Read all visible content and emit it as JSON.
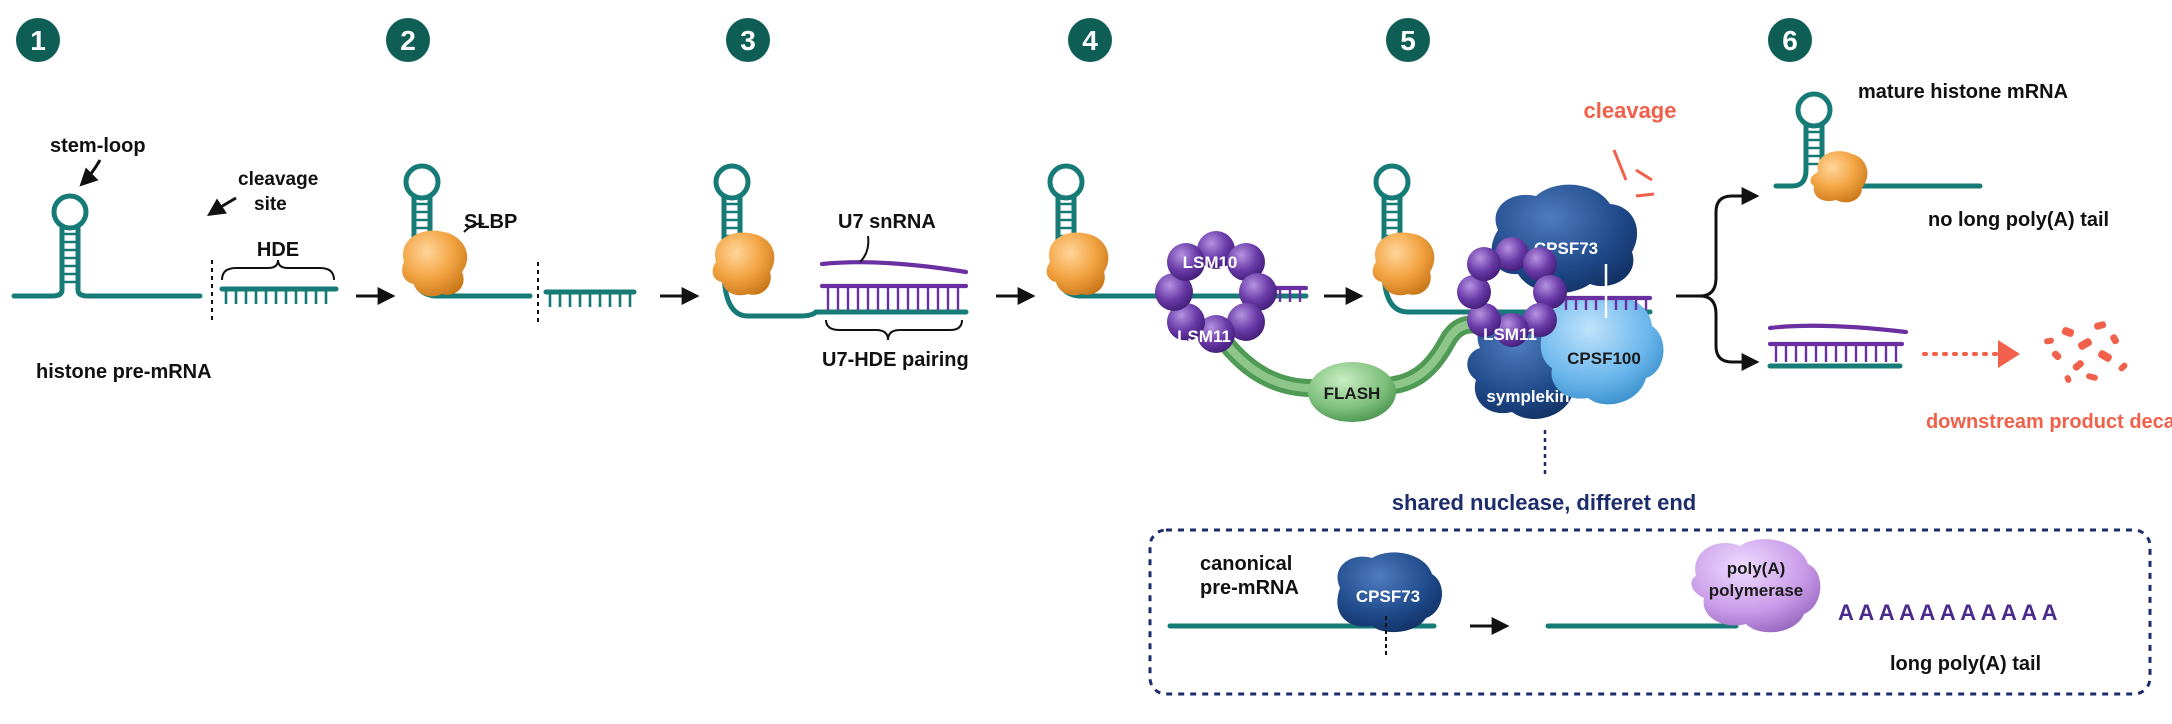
{
  "steps": [
    "1",
    "2",
    "3",
    "4",
    "5",
    "6"
  ],
  "step1": {
    "stem_loop": "stem-loop",
    "cleavage_site_line1": "cleavage",
    "cleavage_site_line2": "site",
    "hde": "HDE",
    "histone_pre_mrna": "histone pre-mRNA"
  },
  "step2": {
    "slbp": "SLBP"
  },
  "step3": {
    "u7_snrna": "U7 snRNA",
    "pairing": "U7-HDE pairing"
  },
  "step4": {
    "lsm10": "LSM10",
    "lsm11": "LSM11",
    "flash": "FLASH"
  },
  "step5": {
    "cleavage": "cleavage",
    "cpsf73": "CPSF73",
    "lsm11": "LSM11",
    "cpsf100": "CPSF100",
    "symplekin": "symplekin"
  },
  "step6": {
    "mature": "mature histone mRNA",
    "no_tail": "no long poly(A) tail",
    "decay": "downstream product decay"
  },
  "shared": {
    "caption": "shared nuclease, differet end",
    "canonical_line1": "canonical",
    "canonical_line2": "pre-mRNA",
    "cpsf73": "CPSF73",
    "polya_line1": "poly(A)",
    "polya_line2": "polymerase",
    "polya_tail": "A A A A A A A A A A A",
    "long_tail": "long poly(A) tail"
  },
  "colors": {
    "step_badge": "#0f5e56",
    "rna": "#167a76",
    "u7_snrna": "#6a2fa0",
    "slbp": "#f0a040",
    "lsm": "#6a3aa8",
    "flash": "#7cbf7a",
    "cpsf73": "#1f4a8a",
    "cpsf100": "#6ab6ec",
    "symplekin": "#1d4c86",
    "polya_polymerase": "#c89ae8",
    "cleavage": "#f0604a"
  }
}
